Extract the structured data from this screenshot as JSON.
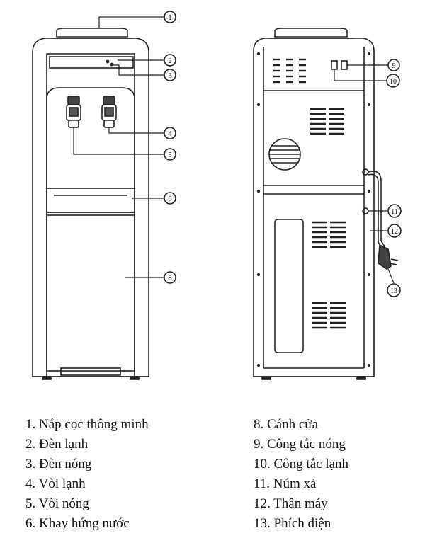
{
  "callouts": [
    "1",
    "2",
    "3",
    "4",
    "5",
    "6",
    "8",
    "9",
    "10",
    "11",
    "12",
    "13"
  ],
  "legend": {
    "left": [
      "1. Nắp cọc thông minh",
      "2. Đèn lạnh",
      "3. Đèn nóng",
      "4. Vòi lạnh",
      "5. Vòi nóng",
      "6. Khay hứng nước"
    ],
    "right": [
      "8. Cánh cửa",
      "9. Công tắc nóng",
      "10. Công tắc lạnh",
      "11. Núm xả",
      "12. Thân máy",
      "13. Phích điện"
    ]
  }
}
